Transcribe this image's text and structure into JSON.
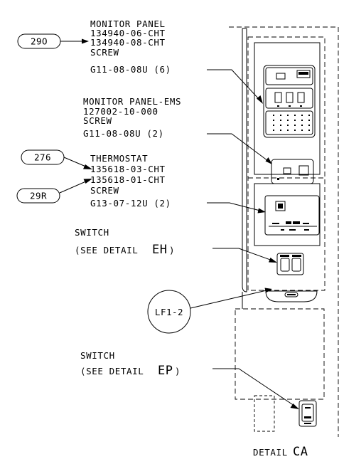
{
  "callouts": {
    "monitor_panel": {
      "title": "MONITOR PANEL",
      "part1": "134940-06-CHT",
      "part2": "134940-08-CHT",
      "screw_label": "SCREW",
      "screw": "G11-08-08U (6)"
    },
    "monitor_panel_ems": {
      "title": "MONITOR PANEL-EMS",
      "part1": "127002-10-000",
      "screw_label": "SCREW",
      "screw": "G11-08-08U (2)"
    },
    "thermostat": {
      "title": "THERMOSTAT",
      "part1": "135618-03-CHT",
      "part2": "135618-01-CHT",
      "screw_label": "SCREW",
      "screw": "G13-07-12U (2)"
    },
    "switch_eh": {
      "title": "SWITCH",
      "see": "(SEE DETAIL",
      "detail_ref": "EH",
      "close": ")"
    },
    "switch_ep": {
      "title": "SWITCH",
      "see": "(SEE DETAIL",
      "detail_ref": "EP",
      "close": ")"
    }
  },
  "tags": {
    "tag_290": "29O",
    "tag_276": "276",
    "tag_29r": "29R",
    "tag_lf1_2": "LF1-2"
  },
  "detail": {
    "label": "DETAIL",
    "id": "CA"
  }
}
